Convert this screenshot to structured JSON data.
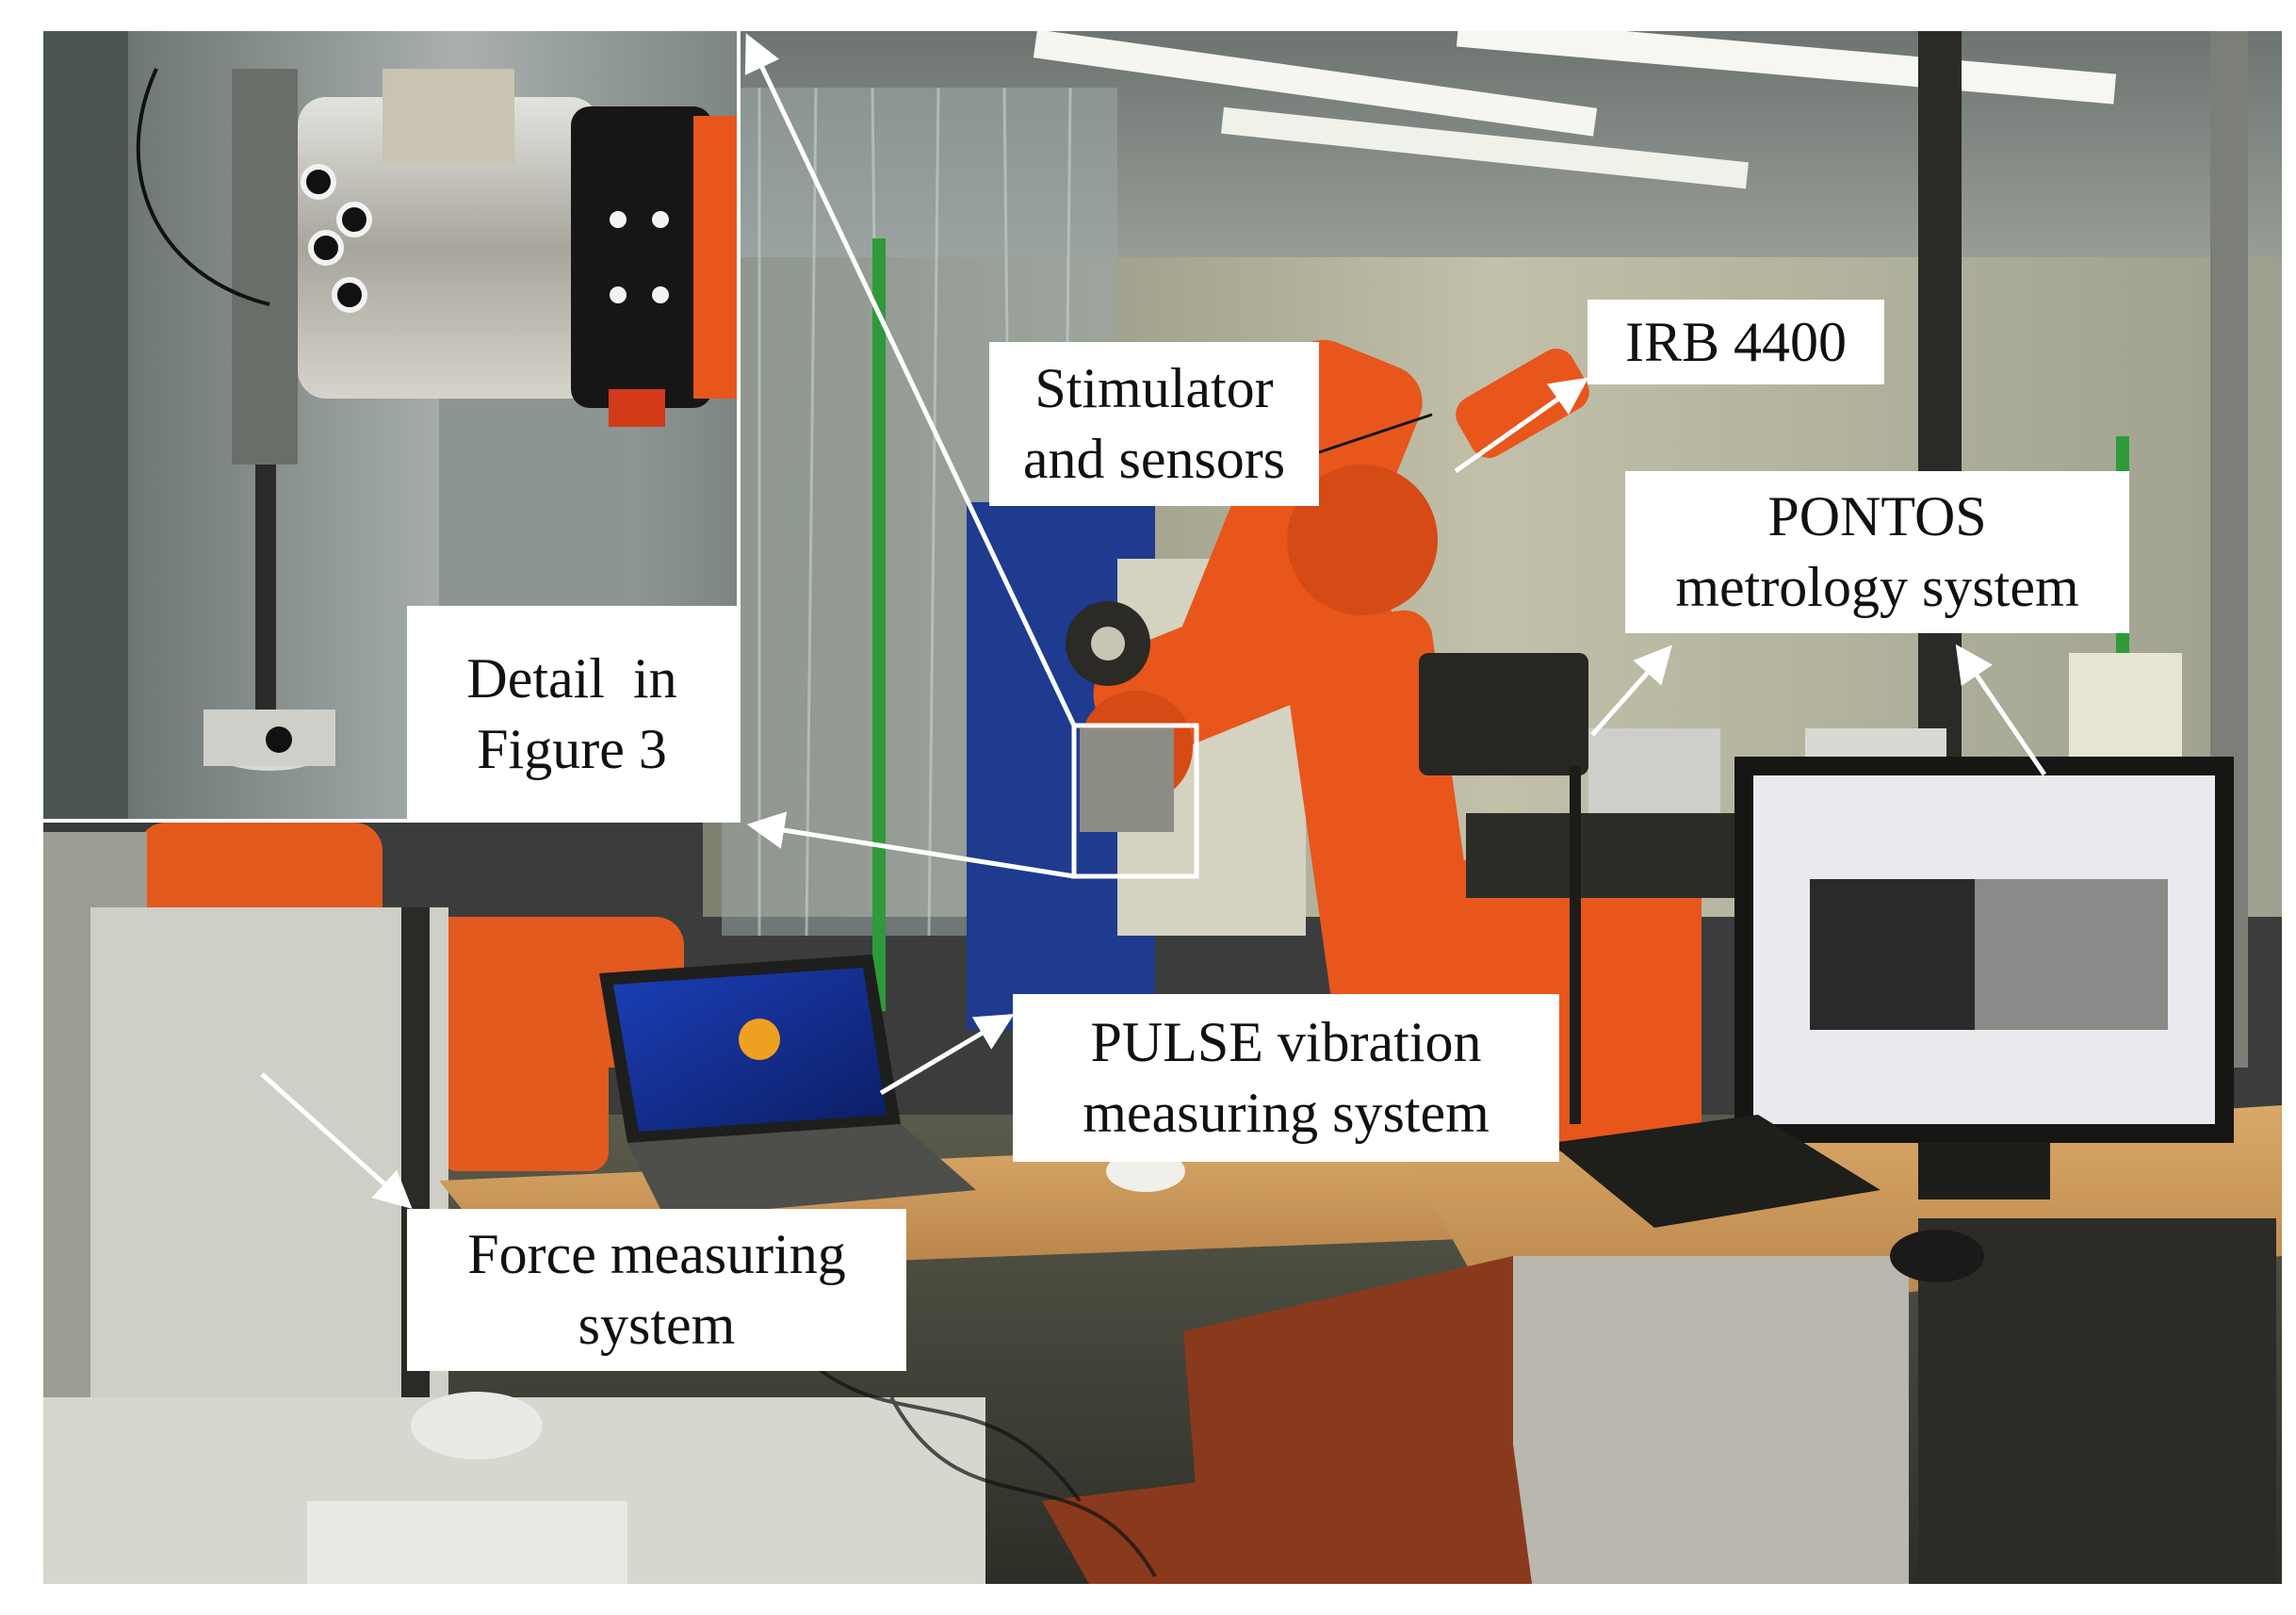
{
  "figure": {
    "labels": {
      "stimulator": [
        "Stimulator",
        "and sensors"
      ],
      "irb": [
        "IRB 4400"
      ],
      "pontos": [
        "PONTOS",
        "metrology system"
      ],
      "detail": [
        "Detail  in",
        "Figure 3"
      ],
      "pulse": [
        "PULSE vibration",
        "measuring system"
      ],
      "force": [
        "Force measuring",
        "system"
      ]
    },
    "colors": {
      "robot_orange": "#e8561c",
      "wall": "#c9c7b8",
      "ceiling": "#8a8f8c",
      "floor": "#4a4c44",
      "desk": "#d19a5e",
      "arrow": "#ffffff",
      "label_bg": "#ffffff"
    }
  }
}
